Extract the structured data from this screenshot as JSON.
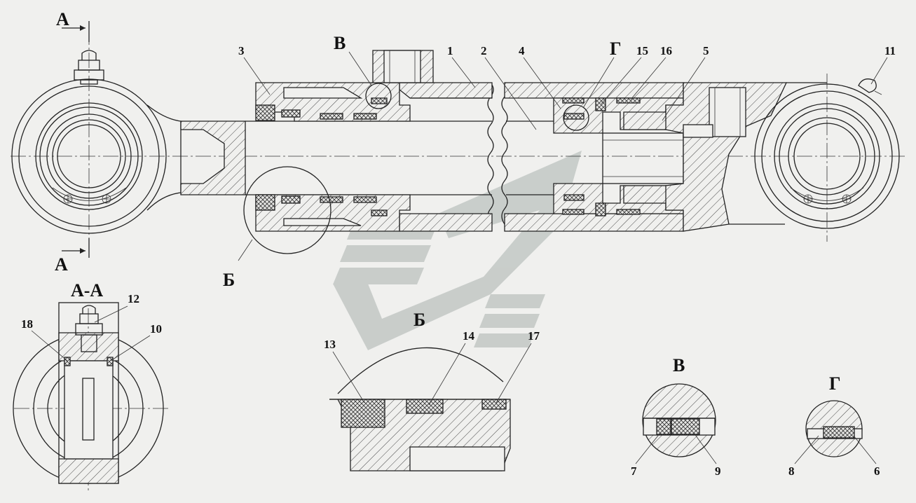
{
  "section_marks": {
    "a_top": "А",
    "a_bottom": "А",
    "v": "В",
    "g": "Г",
    "b": "Б"
  },
  "views": {
    "aa_title": "А-А",
    "b_title": "Б",
    "v_title": "В",
    "g_title": "Г"
  },
  "callouts": [
    "1",
    "2",
    "3",
    "4",
    "5",
    "6",
    "7",
    "8",
    "9",
    "10",
    "11",
    "12",
    "13",
    "14",
    "15",
    "16",
    "17",
    "18"
  ],
  "colors": {
    "line": "#222222",
    "background": "#f0f0ee",
    "watermark": "#9aa3a0"
  }
}
